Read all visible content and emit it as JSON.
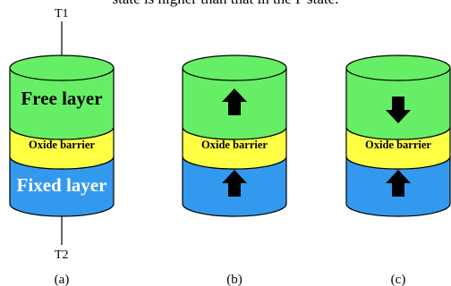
{
  "top_text": "state is higher than that in the P state.",
  "terminals": {
    "top": "T1",
    "bottom": "T2"
  },
  "colors": {
    "free_layer": "#66ee66",
    "oxide_barrier": "#ffff44",
    "fixed_layer": "#3399ee",
    "outline": "#000000",
    "arrow": "#000000",
    "free_label_text": "#000000",
    "fixed_label_text": "#ffffff"
  },
  "cylinders": [
    {
      "caption": "(a)",
      "free_label": "Free layer",
      "barrier_label": "Oxide barrier",
      "fixed_label": "Fixed layer",
      "free_arrow": "none",
      "fixed_arrow": "none"
    },
    {
      "caption": "(b)",
      "free_label": "",
      "barrier_label": "Oxide barrier",
      "fixed_label": "",
      "free_arrow": "up",
      "fixed_arrow": "up"
    },
    {
      "caption": "(c)",
      "free_label": "",
      "barrier_label": "Oxide barrier",
      "fixed_label": "",
      "free_arrow": "down",
      "fixed_arrow": "up"
    }
  ]
}
